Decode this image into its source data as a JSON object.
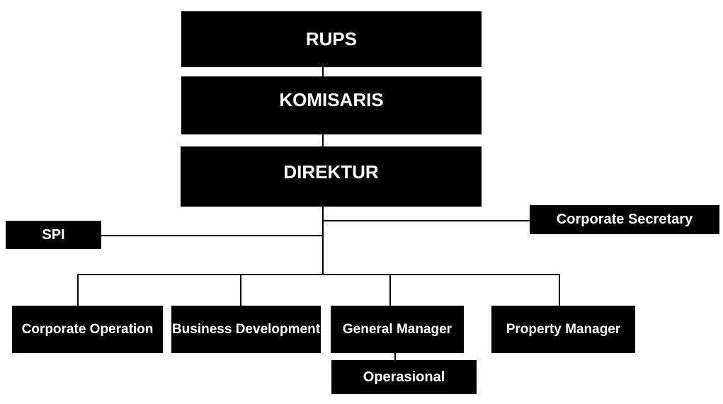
{
  "diagram": {
    "type": "org-chart",
    "language": "Indonesian/English",
    "colors": {
      "node_background": "#000000",
      "node_text": "#ffffff",
      "connector": "#000000",
      "page_background": "#ffffff"
    },
    "nodes": {
      "rups": {
        "label": "RUPS",
        "level": 1
      },
      "komisaris": {
        "label": "KOMISARIS",
        "level": 2
      },
      "direktur": {
        "label": "DIREKTUR",
        "level": 3
      },
      "spi": {
        "label": "SPI",
        "level": 4,
        "role": "staff-left"
      },
      "corpsec": {
        "label": "Corporate Secretary",
        "level": 4,
        "role": "staff-right"
      },
      "corpop": {
        "label": "Corporate Operation",
        "level": 5
      },
      "bizdev": {
        "label": "Business Development",
        "level": 5
      },
      "genman": {
        "label": "General Manager",
        "level": 5
      },
      "propman": {
        "label": "Property Manager",
        "level": 5
      },
      "operasional": {
        "label": "Operasional",
        "level": 6
      }
    },
    "edges": [
      {
        "from": "rups",
        "to": "komisaris"
      },
      {
        "from": "komisaris",
        "to": "direktur"
      },
      {
        "from": "direktur",
        "to": "spi"
      },
      {
        "from": "direktur",
        "to": "corpsec"
      },
      {
        "from": "direktur",
        "to": "corpop"
      },
      {
        "from": "direktur",
        "to": "bizdev"
      },
      {
        "from": "direktur",
        "to": "genman"
      },
      {
        "from": "direktur",
        "to": "propman"
      },
      {
        "from": "genman",
        "to": "operasional"
      }
    ]
  }
}
